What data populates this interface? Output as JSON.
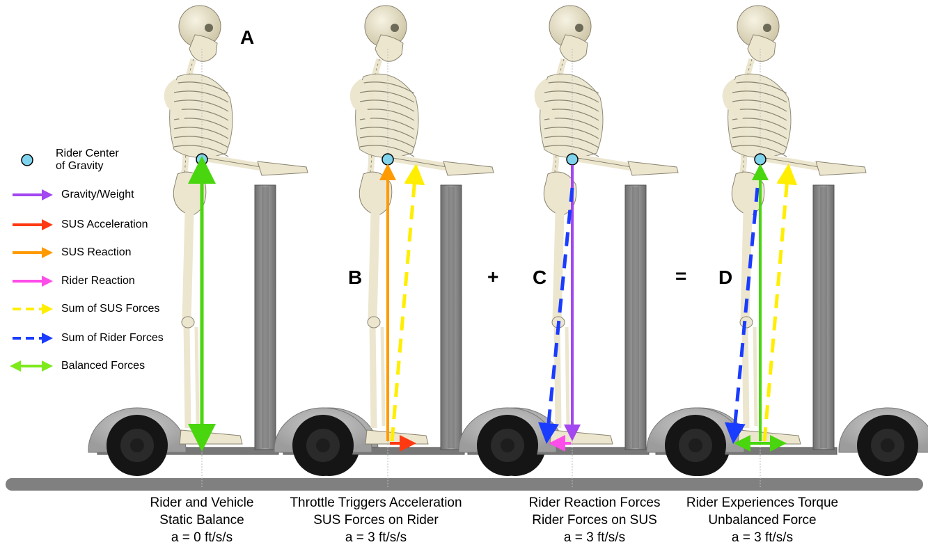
{
  "panels": [
    {
      "letter": "A",
      "caption_line1": "Rider and Vehicle",
      "caption_line2": "Static Balance",
      "caption_line3": "a = 0 ft/s/s"
    },
    {
      "letter": "B",
      "caption_line1": "Throttle Triggers Acceleration",
      "caption_line2": "SUS Forces on Rider",
      "caption_line3": "a = 3 ft/s/s"
    },
    {
      "letter": "C",
      "caption_line1": "Rider Reaction Forces",
      "caption_line2": "Rider Forces on SUS",
      "caption_line3": "a = 3 ft/s/s"
    },
    {
      "letter": "D",
      "caption_line1": "Rider Experiences Torque",
      "caption_line2": "Unbalanced Force",
      "caption_line3": "a = 3 ft/s/s"
    }
  ],
  "operators": {
    "plus": "+",
    "equals": "="
  },
  "legend": [
    {
      "label": "Rider Center\nof Gravity",
      "symbol": "circle",
      "color": "#7fd3ec"
    },
    {
      "label": "Gravity/Weight",
      "symbol": "arrow",
      "color": "#a347f0"
    },
    {
      "label": "SUS Acceleration",
      "symbol": "arrow",
      "color": "#ff3a12"
    },
    {
      "label": "SUS Reaction",
      "symbol": "arrow",
      "color": "#ff9a00"
    },
    {
      "label": "Rider Reaction",
      "symbol": "arrow",
      "color": "#ff4dea"
    },
    {
      "label": "Sum of SUS Forces",
      "symbol": "dashed-arrow",
      "color": "#ffee00"
    },
    {
      "label": "Sum of Rider Forces",
      "symbol": "dashed-arrow",
      "color": "#1a3cff"
    },
    {
      "label": "Balanced Forces",
      "symbol": "double-arrow",
      "color": "#7dea1b"
    }
  ],
  "colors": {
    "bone": "#ece6cf",
    "bone_outline": "#8a8470",
    "post": "#8e8e8e",
    "wheel_cover": "#b9b9b9",
    "tire": "#111111",
    "ground": "#808080"
  }
}
